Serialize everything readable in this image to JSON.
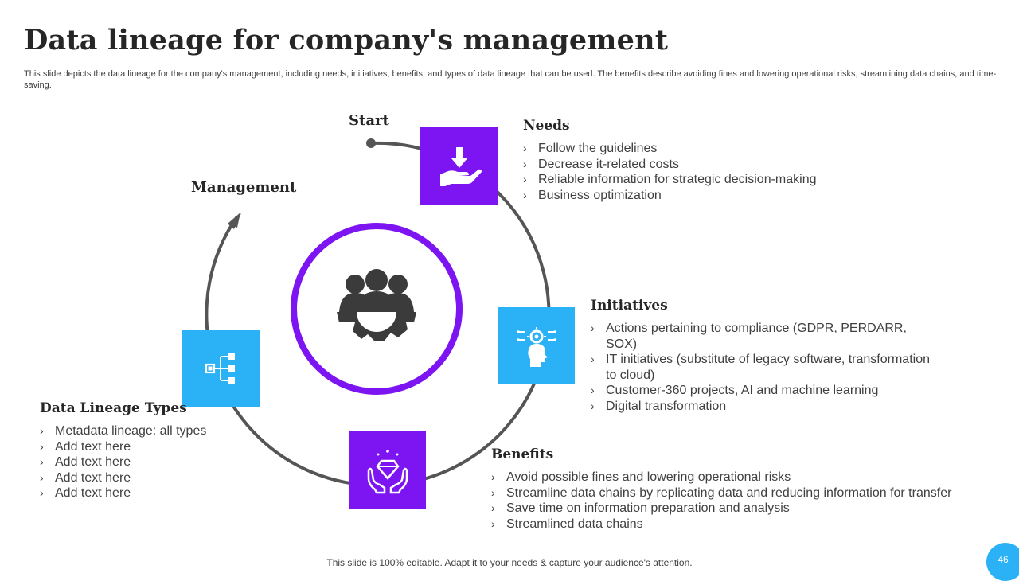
{
  "title": "Data lineage for company's management",
  "subtitle": "This slide depicts the data lineage for the company's management, including needs, initiatives, benefits, and types of data lineage that can be used. The benefits describe avoiding fines and lowering operational risks, streamlining data chains, and time-saving.",
  "cycle": {
    "start_label": "Start",
    "management_label": "Management"
  },
  "colors": {
    "purple": "#7d14f2",
    "blue": "#2bb1f5",
    "ring": "#555555"
  },
  "icons": {
    "needs": "hand-download-icon",
    "initiatives": "head-gear-icon",
    "benefits": "hands-diamond-icon",
    "types": "hierarchy-icon",
    "center": "team-gear-icon"
  },
  "sections": {
    "needs": {
      "heading": "Needs",
      "items": [
        "Follow the guidelines",
        "Decrease it-related costs",
        "Reliable information for strategic decision-making",
        "Business optimization"
      ]
    },
    "initiatives": {
      "heading": "Initiatives",
      "items": [
        "Actions pertaining to compliance (GDPR, PERDARR, SOX)",
        "IT initiatives (substitute of legacy software, transformation to cloud)",
        "Customer-360 projects, AI and machine learning",
        "Digital transformation"
      ]
    },
    "benefits": {
      "heading": "Benefits",
      "items": [
        "Avoid possible fines and lowering operational risks",
        "Streamline data chains by replicating data and reducing information for transfer",
        "Save time on information preparation and analysis",
        "Streamlined data chains"
      ]
    },
    "types": {
      "heading": "Data Lineage Types",
      "items": [
        "Metadata lineage: all types",
        "Add text here",
        "Add text here",
        "Add text here",
        "Add text here"
      ]
    }
  },
  "footer": "This slide is 100% editable. Adapt it to your needs & capture your audience's attention.",
  "page_number": "46"
}
